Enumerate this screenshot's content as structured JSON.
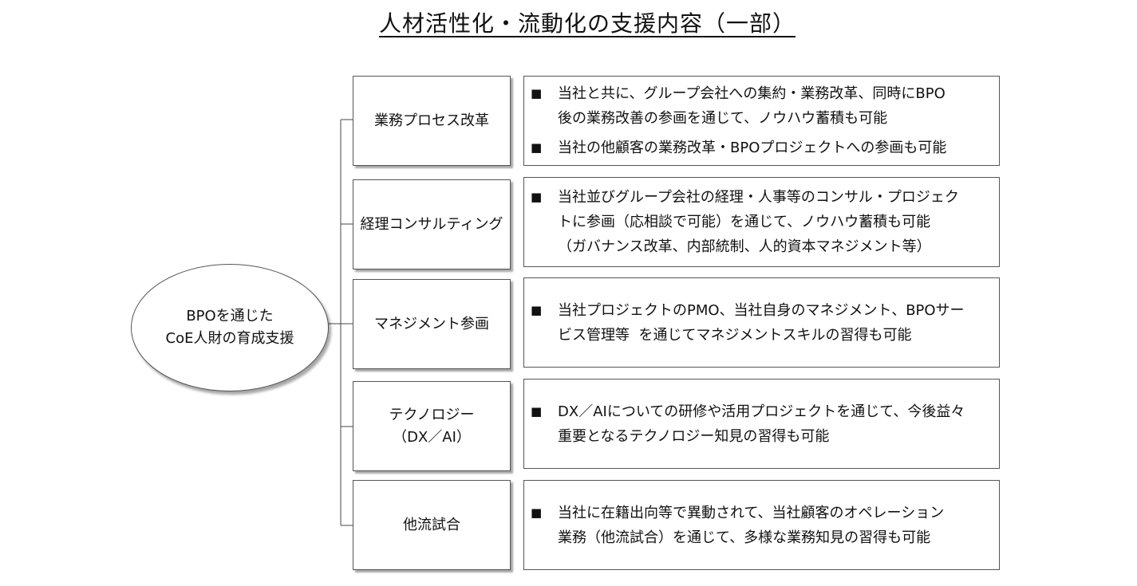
{
  "title": "人材活性化・流動化の支援内容（一部）",
  "root": {
    "line1": "BPOを通じた",
    "line2": "CoE人財の育成支援"
  },
  "categories": [
    {
      "lines": [
        "業務プロセス改革"
      ]
    },
    {
      "lines": [
        "経理コンサルティング"
      ]
    },
    {
      "lines": [
        "マネジメント参画"
      ]
    },
    {
      "lines": [
        "テクノロジー",
        "（DX／AI）"
      ]
    },
    {
      "lines": [
        "他流試合"
      ]
    }
  ],
  "descriptions": [
    {
      "bullets": [
        {
          "marker": "■",
          "lines": [
            "当社と共に、グループ会社への集約・業務改革、同時にBPO",
            "後の業務改善の参画を通じて、ノウハウ蓄積も可能"
          ]
        },
        {
          "marker": "■",
          "lines": [
            "当社の他顧客の業務改革・BPOプロジェクトへの参画も可能"
          ]
        }
      ]
    },
    {
      "bullets": [
        {
          "marker": "■",
          "lines": [
            "当社並びグループ会社の経理・人事等のコンサル・プロジェク",
            "トに参画（応相談で可能）を通じて、ノウハウ蓄積も可能",
            "（ガバナンス改革、内部統制、人的資本マネジメント等）"
          ]
        }
      ]
    },
    {
      "bullets": [
        {
          "marker": "■",
          "lines": [
            "当社プロジェクトのPMO、当社自身のマネジメント、BPOサー",
            "ビス管理等  を通じてマネジメントスキルの習得も可能"
          ]
        }
      ]
    },
    {
      "bullets": [
        {
          "marker": "■",
          "lines": [
            "DX／AIについての研修や活用プロジェクトを通じて、今後益々",
            "重要となるテクノロジー知見の習得も可能"
          ]
        }
      ]
    },
    {
      "bullets": [
        {
          "marker": "■",
          "lines": [
            "当社に在籍出向等で異動されて、当社顧客のオペレーション",
            "業務（他流試合）を通じて、多様な業務知見の習得も可能"
          ]
        }
      ]
    }
  ]
}
